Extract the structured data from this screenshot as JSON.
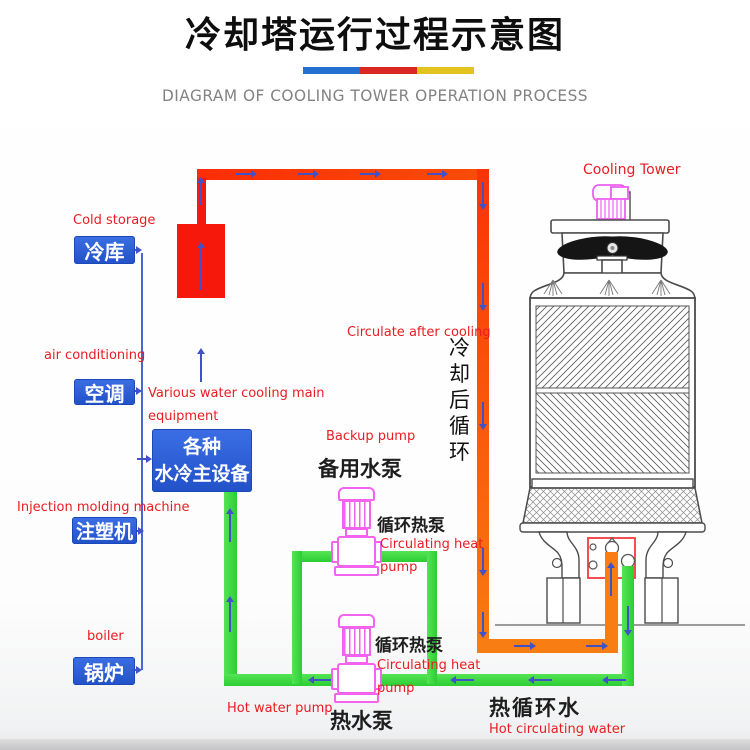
{
  "header": {
    "title": "冷却塔运行过程示意图",
    "subtitle": "DIAGRAM OF COOLING TOWER OPERATION PROCESS",
    "bar_colors": [
      "#2470d0",
      "#da2723",
      "#e3c41e"
    ]
  },
  "equipment": {
    "cold_storage": {
      "en": "Cold storage",
      "cn": "冷库"
    },
    "air_conditioning": {
      "en": "air conditioning",
      "cn": "空调"
    },
    "injection_molding": {
      "en": "Injection molding machine",
      "cn": "注塑机"
    },
    "boiler": {
      "en": "boiler",
      "cn": "锅炉"
    },
    "main_equipment": {
      "en_line1": "Various water cooling main",
      "en_line2": "equipment",
      "cn_line1": "各种",
      "cn_line2": "水冷主设备"
    }
  },
  "pumps": {
    "backup": {
      "en": "Backup pump",
      "cn": "备用水泵"
    },
    "circulating_1": {
      "cn": "循环热泵",
      "en_line1": "Circulating heat",
      "en_line2": "pump"
    },
    "circulating_2": {
      "cn": "循环热泵",
      "en_line1": "Circulating heat",
      "en_line2": "pump"
    },
    "hot_water": {
      "en": "Hot water pump",
      "cn": "热水泵"
    }
  },
  "tower": {
    "label_en": "Cooling Tower"
  },
  "flows": {
    "after_cooling": {
      "en": "Circulate after cooling",
      "cn_vertical": [
        "冷",
        "却",
        "后",
        "循",
        "环"
      ]
    },
    "hot_circulating": {
      "cn": "热循环水",
      "en": "Hot circulating water"
    }
  },
  "colors": {
    "hot_pipe_red": "#fa3307",
    "hot_pipe_orange": "#f87d12",
    "cool_pipe_green": "#3bdc3e",
    "equipment_box_blue": "#2a5ad0",
    "label_red": "#ea1c22",
    "pump_pink": "#f263f0",
    "arrow_blue": "#4152c8"
  }
}
